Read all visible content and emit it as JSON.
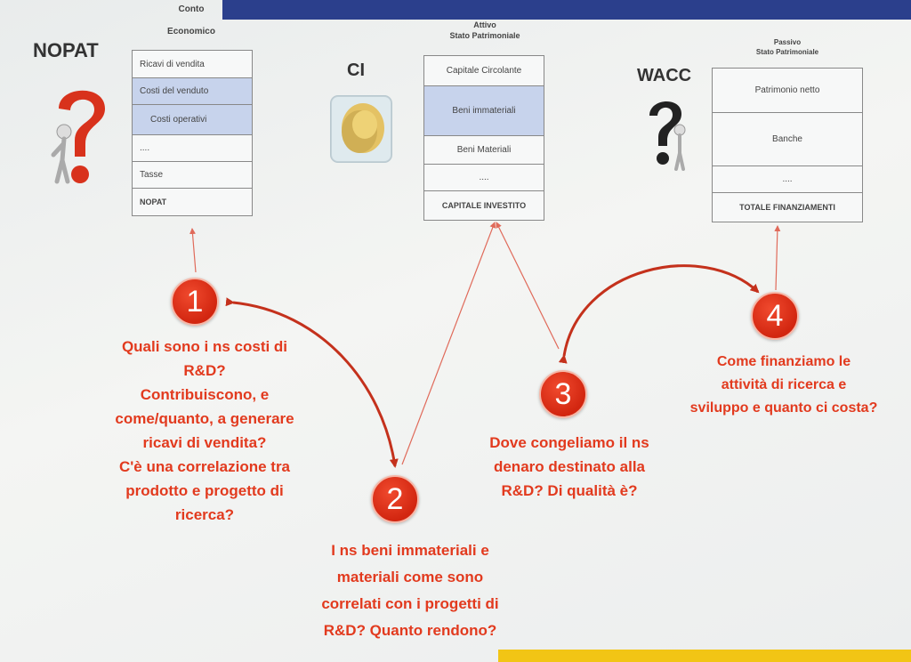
{
  "headings": {
    "nopat": "NOPAT",
    "ci": "CI",
    "wacc": "WACC"
  },
  "conto_economico": {
    "title_line1": "Conto",
    "title_line2": "Economico",
    "rows": [
      "Ricavi di vendita",
      "Costi del venduto",
      "Costi operativi",
      "....",
      "Tasse",
      "NOPAT"
    ]
  },
  "attivo": {
    "title_line1": "Attivo",
    "title_line2": "Stato Patrimoniale",
    "rows": [
      "Capitale Circolante",
      "Beni immateriali",
      "Beni Materiali",
      "....",
      "CAPITALE INVESTITO"
    ]
  },
  "passivo": {
    "title_line1": "Passivo",
    "title_line2": "Stato Patrimoniale",
    "rows": [
      "Patrimonio netto",
      "Banche",
      "....",
      "TOTALE FINANZIAMENTI"
    ]
  },
  "badges": {
    "b1": "1",
    "b2": "2",
    "b3": "3",
    "b4": "4"
  },
  "questions": {
    "q1": [
      "Quali sono i ns costi di",
      "R&D?",
      "Contribuiscono, e",
      "come/quanto, a generare",
      "ricavi di vendita?",
      "C'è una correlazione tra",
      "prodotto e progetto di",
      "ricerca?"
    ],
    "q2": [
      "I ns beni immateriali e",
      "materiali come sono",
      "correlati con i progetti di",
      "R&D? Quanto rendono?"
    ],
    "q3": [
      "Dove congeliamo il ns",
      "denaro destinato alla",
      "R&D? Di qualità è?"
    ],
    "q4": [
      "Come finanziamo le",
      "attività di ricerca e",
      "sviluppo e quanto ci costa?"
    ]
  },
  "colors": {
    "accent_red": "#e23a1e",
    "highlight_blue": "#c7d3ec",
    "top_bar": "#2b3f8c",
    "bottom_bar": "#f2c515"
  },
  "icons": [
    "question-figure-icon",
    "frozen-coins-icon",
    "thinking-figure-icon"
  ]
}
